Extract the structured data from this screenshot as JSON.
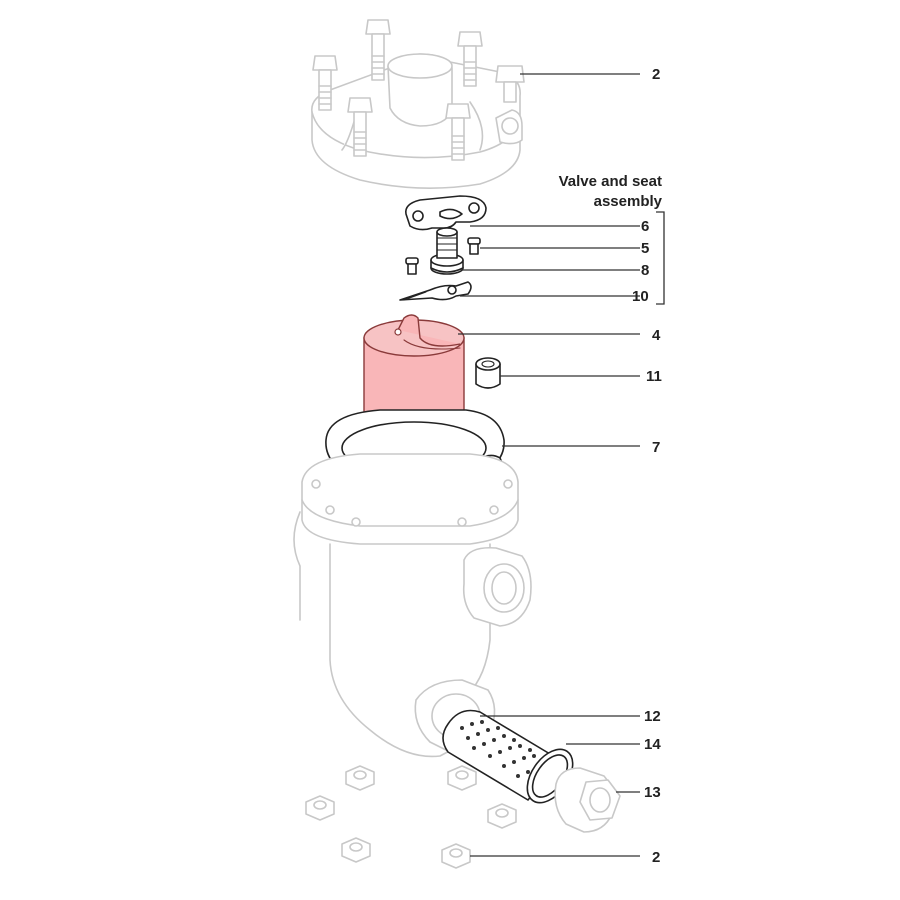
{
  "diagram": {
    "group_heading": [
      "Valve and seat",
      "assembly"
    ],
    "highlight_color": "#f9b6b8",
    "callouts": [
      {
        "id": "2-top",
        "label": "2"
      },
      {
        "id": "6",
        "label": "6"
      },
      {
        "id": "5",
        "label": "5"
      },
      {
        "id": "8",
        "label": "8"
      },
      {
        "id": "10",
        "label": "10"
      },
      {
        "id": "4",
        "label": "4"
      },
      {
        "id": "11",
        "label": "11"
      },
      {
        "id": "7",
        "label": "7"
      },
      {
        "id": "12",
        "label": "12"
      },
      {
        "id": "14",
        "label": "14"
      },
      {
        "id": "13",
        "label": "13"
      },
      {
        "id": "2-bottom",
        "label": "2"
      }
    ]
  }
}
